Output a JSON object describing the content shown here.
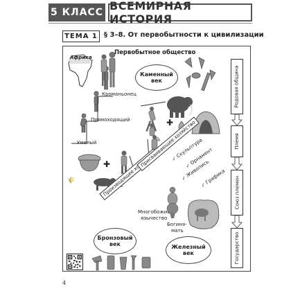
{
  "header": {
    "grade": "5 КЛАСС",
    "subject": "ВСЕМИРНАЯ ИСТОРИЯ"
  },
  "topic": {
    "label": "ТЕМА 1",
    "title": "§ 3–8. От первобытности к цивилизации"
  },
  "page_number": "4",
  "diagram": {
    "title": "Первобытное общество",
    "africa": "Африка",
    "stone_age": "Каменный век",
    "bronze_age": "Бронзовый век",
    "iron_age": "Железный век",
    "kromanyonets": "Кроманьонец",
    "pryamokhodyashchiy": "Прямоходящий",
    "umelyy": "Умелый",
    "appropriating": "Присваивающее хозяйство",
    "producing": "Производящее хозяйство",
    "sculpture": "Скульптура",
    "ornament": "Орнамент",
    "painting": "Живопись",
    "graphics": "Графика",
    "polytheism_1": "Многобожие =",
    "polytheism_2": "язычество",
    "goddess_mother_1": "Богиня-",
    "goddess_mother_2": "мать",
    "flow": [
      "Родовая община",
      "Племя",
      "Союз племен",
      "Государство"
    ]
  },
  "colors": {
    "dark_header": "#555555",
    "frame": "#444444"
  }
}
